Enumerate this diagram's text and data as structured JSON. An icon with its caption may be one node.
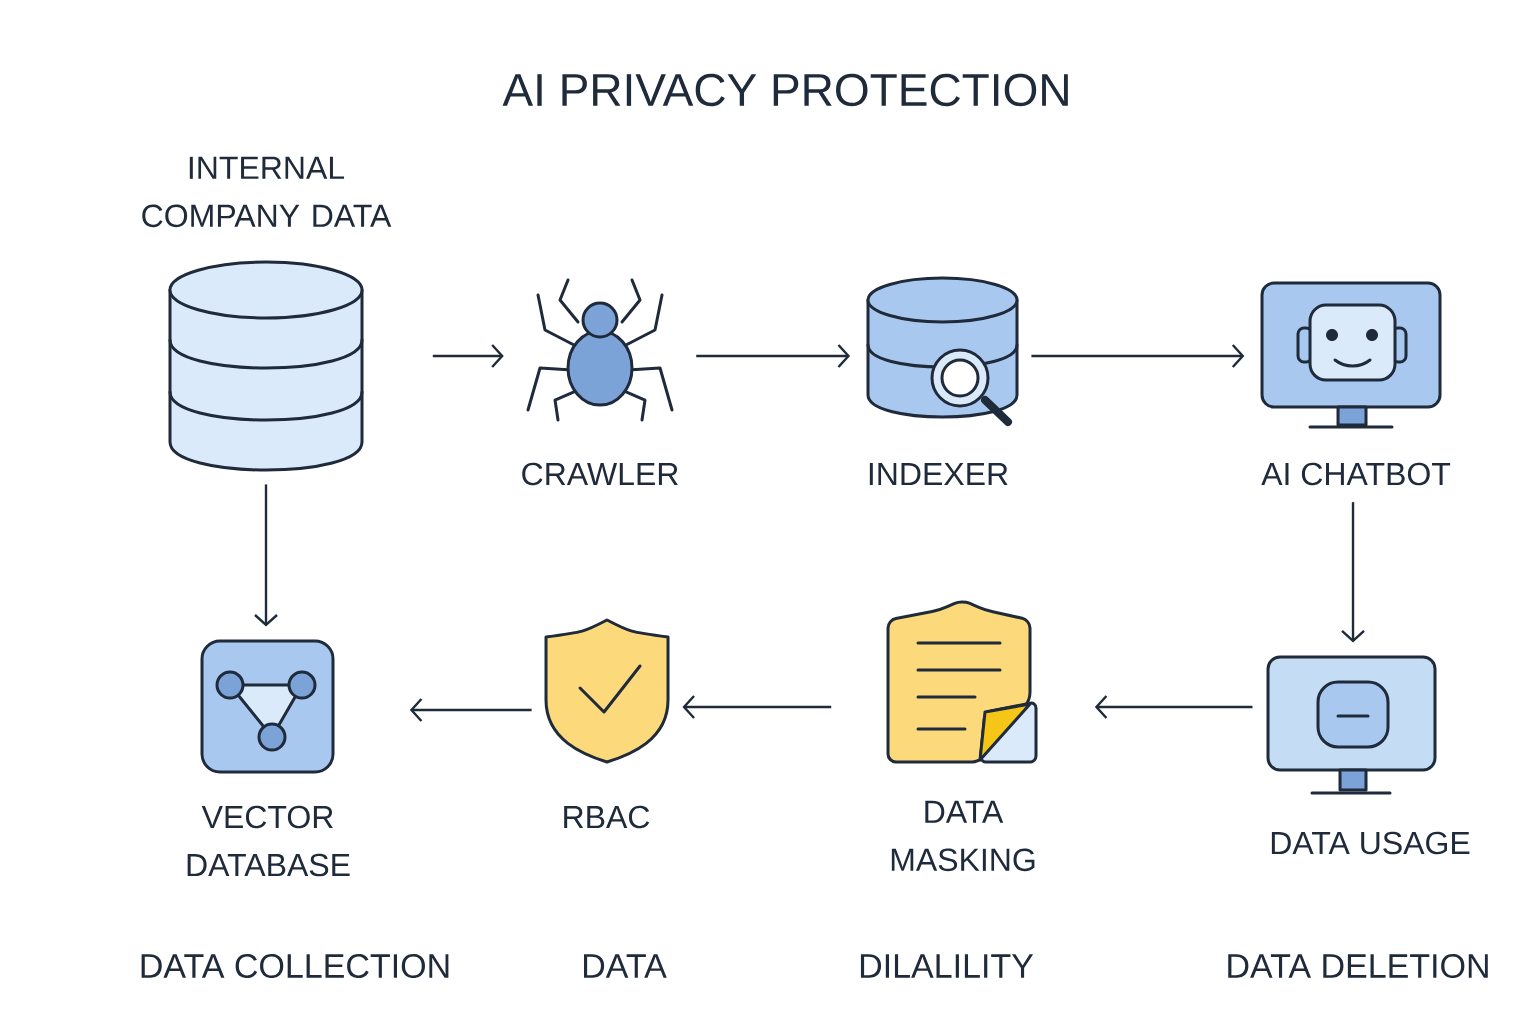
{
  "diagram": {
    "title": "AI PRIVACY PROTECTION",
    "nodes": [
      {
        "text": [
          "INTERNAL COMPANY DATA"
        ]
      },
      {
        "text": [
          "CRAWLER"
        ]
      },
      {
        "text": [
          "INDEXER"
        ]
      },
      {
        "text": [
          "AI CHATBOT"
        ]
      },
      {
        "text": [
          "DATA USAGE"
        ]
      },
      {
        "text": [
          "DATA MASKING"
        ]
      },
      {
        "text": [
          "RBAC"
        ]
      },
      {
        "text": [
          "VECTOR DATABASE"
        ]
      }
    ],
    "edges": [
      {
        "from": 0,
        "to": 1,
        "arrow": "to"
      },
      {
        "from": 1,
        "to": 2,
        "arrow": "to"
      },
      {
        "from": 2,
        "to": 3,
        "arrow": "to"
      },
      {
        "from": 3,
        "to": 4,
        "arrow": "to"
      },
      {
        "from": 4,
        "to": 5,
        "arrow": "to"
      },
      {
        "from": 5,
        "to": 6,
        "arrow": "to"
      },
      {
        "from": 6,
        "to": 7,
        "arrow": "to"
      },
      {
        "from": 0,
        "to": 7,
        "arrow": "to"
      }
    ],
    "labels": [
      "DATA COLLECTION",
      "DATA",
      "DILALILITY",
      "DATA DELETION"
    ]
  }
}
